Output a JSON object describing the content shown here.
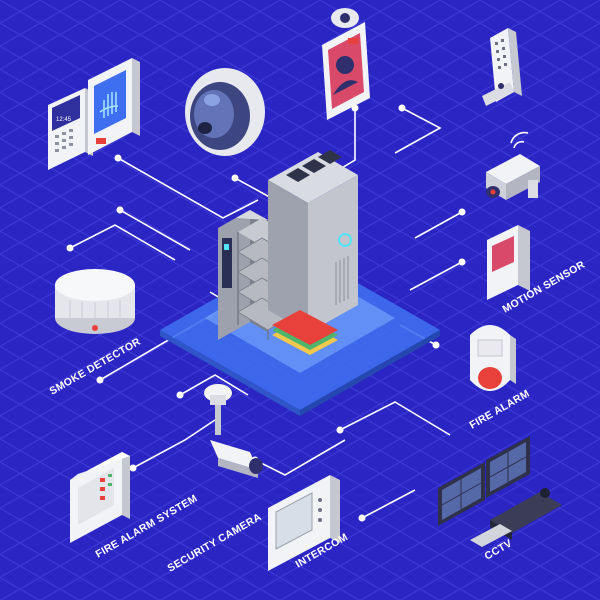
{
  "labels": {
    "smoke_detector": "SMOKE DETECTOR",
    "motion_sensor": "MOTION SENSOR",
    "fire_alarm": "FIRE ALARM",
    "fire_alarm_system": "FIRE ALARM SYSTEM",
    "security_camera": "SECURITY CAMERA",
    "intercom": "INTERCOM",
    "cctv": "CCTV"
  },
  "keypad": {
    "time": "12:45"
  },
  "colors": {
    "background": "#2B25C4",
    "grid": "#3F3BD6",
    "platform": "#3E6FF0",
    "connector": "#FFFFFF",
    "alarm_red": "#E8403A",
    "server_grey": "#B9BBC5"
  },
  "icons": [
    "fingerprint-icon",
    "lock-icon",
    "face-scan-icon",
    "wifi-icon"
  ]
}
